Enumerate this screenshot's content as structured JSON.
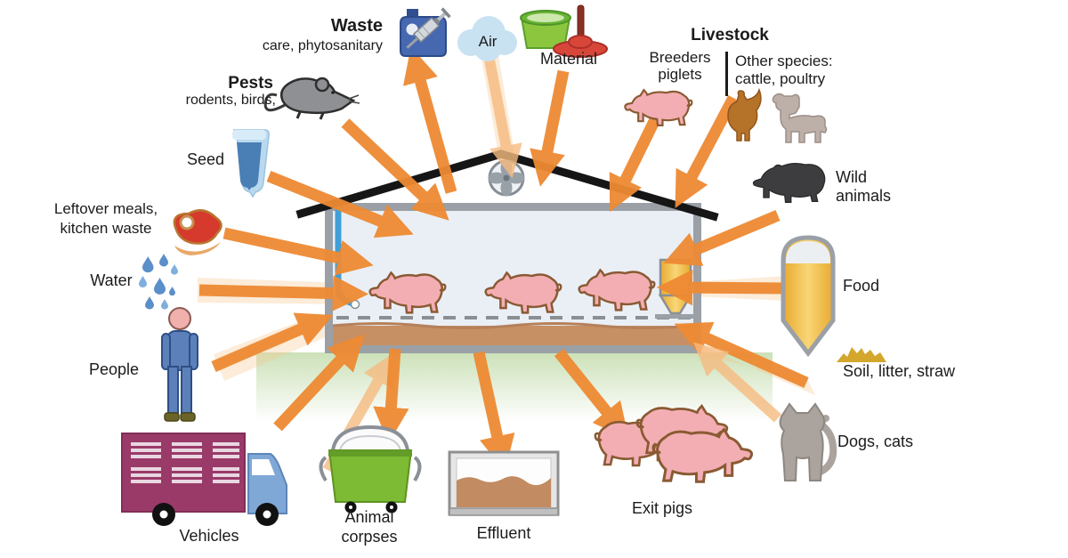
{
  "labels": {
    "waste": {
      "title": "Waste",
      "subtitle": "care, phytosanitary"
    },
    "air": {
      "label": "Air"
    },
    "material": {
      "label": "Material"
    },
    "livestock": {
      "title": "Livestock",
      "left_line1": "Breeders",
      "left_line2": "piglets",
      "right_line1": "Other species:",
      "right_line2": "cattle, poultry"
    },
    "pests": {
      "title": "Pests",
      "subtitle": "rodents, birds,"
    },
    "seed": {
      "label": "Seed"
    },
    "leftover_meals": {
      "line1": "Leftover meals,",
      "line2": "kitchen waste"
    },
    "water": {
      "label": "Water"
    },
    "people": {
      "label": "People"
    },
    "vehicles": {
      "label": "Vehicles"
    },
    "animal_corpses": {
      "line1": "Animal",
      "line2": "corpses"
    },
    "effluent": {
      "label": "Effluent"
    },
    "exit_pigs": {
      "label": "Exit pigs"
    },
    "dogs_cats": {
      "label": "Dogs, cats"
    },
    "wild_animals": {
      "line1": "Wild",
      "line2": "animals"
    },
    "food": {
      "label": "Food"
    },
    "soil": {
      "label": "Soil, litter, straw"
    }
  },
  "icons": [
    "waste-jug-syringe",
    "air-cloud",
    "material-tub-plunger",
    "livestock-pig",
    "chicken",
    "calf",
    "rat",
    "seed-dibber",
    "meat-leftovers",
    "water-drops",
    "person",
    "livestock-truck",
    "corpse-bin",
    "effluent-tank",
    "exit-pigs",
    "cat",
    "wild-boar",
    "food-silo",
    "straw-pile",
    "barn",
    "roof-fan",
    "water-pipe",
    "feeder",
    "pigs-in-barn"
  ],
  "colors": {
    "arrow": "#ee8a33",
    "arrow_pale": "#f6bb80",
    "roof": "#161616",
    "barn_wall": "#9aa0a6",
    "barn_interior": "#eaeff6",
    "floor_brown": "#c79064",
    "glow_green": "#c9dfb4",
    "pig": "#f3aeb3",
    "pig_outline": "#8a5a33",
    "truck_trailer": "#9a3a68",
    "truck_cab": "#7fa8d7",
    "corpse_bin": "#7cbb33",
    "effluent_brown": "#c28b62",
    "silo_gold": "#f0b63e",
    "water_blue": "#5b8fc9",
    "pipe_blue": "#3fa0d8",
    "boar": "#3d3c3e",
    "cat": "#aba39e",
    "chicken": "#b5732a",
    "calf": "#bdb0a9",
    "text": "#1b1b1b"
  }
}
